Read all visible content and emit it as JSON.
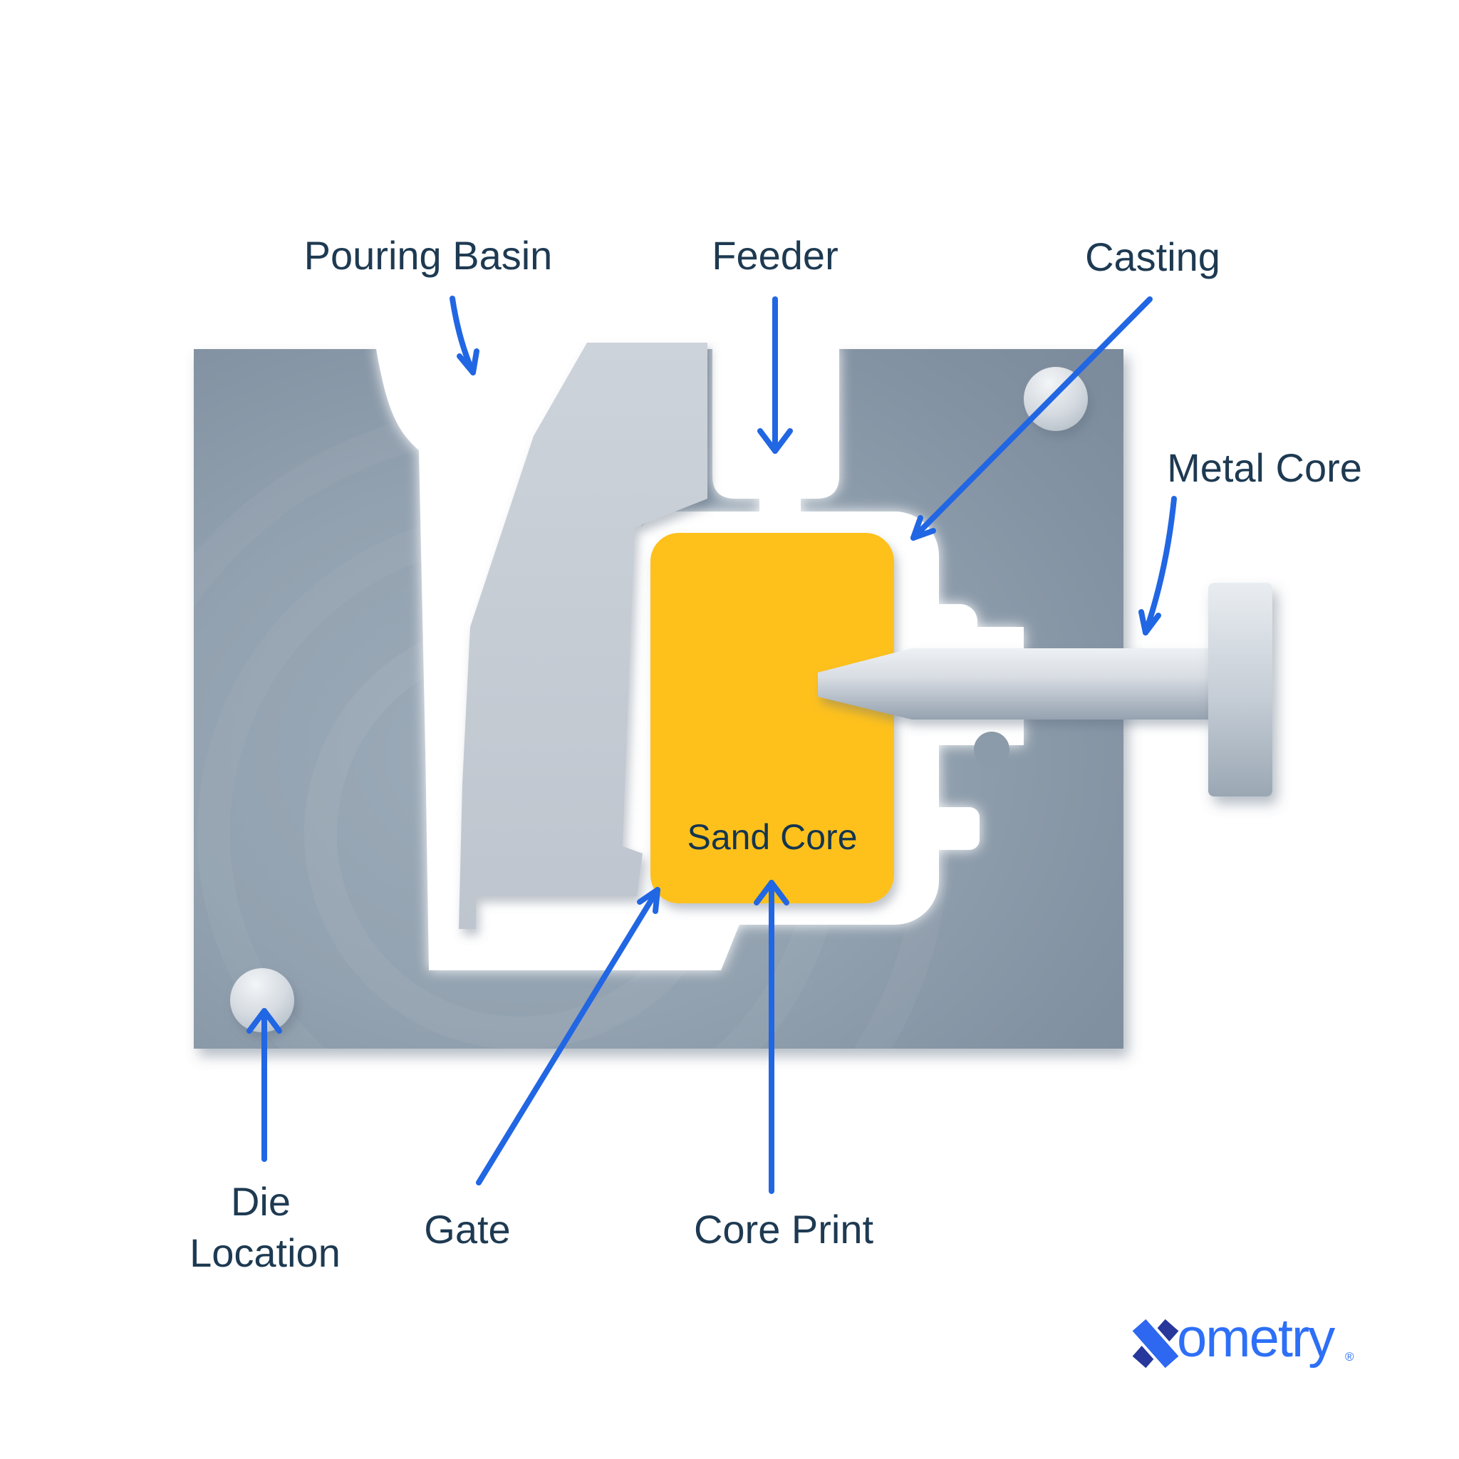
{
  "diagram": {
    "title_context": "die casting mold cross-section",
    "labels": {
      "pouring_basin": "Pouring Basin",
      "feeder": "Feeder",
      "casting": "Casting",
      "metal_core": "Metal Core",
      "sand_core": "Sand Core",
      "die_location_line1": "Die",
      "die_location_line2": "Location",
      "gate": "Gate",
      "core_print": "Core Print"
    },
    "colors": {
      "die_gray": "#8C9BAA",
      "die_gray_edge": "#7B8B9B",
      "insert_gray": "#C5CCD4",
      "cavity_white": "#FFFFFF",
      "sand_core_yellow": "#FEC11E",
      "metal_core_gray": "#C2CAD3",
      "label_navy": "#1E3A52",
      "arrow_blue": "#2166E3"
    }
  },
  "branding": {
    "logo_mark": "X",
    "logo_text": "ometry",
    "registered_mark": "®",
    "logo_blue": "#2D6FF7",
    "logo_dark_blue": "#27379B"
  }
}
